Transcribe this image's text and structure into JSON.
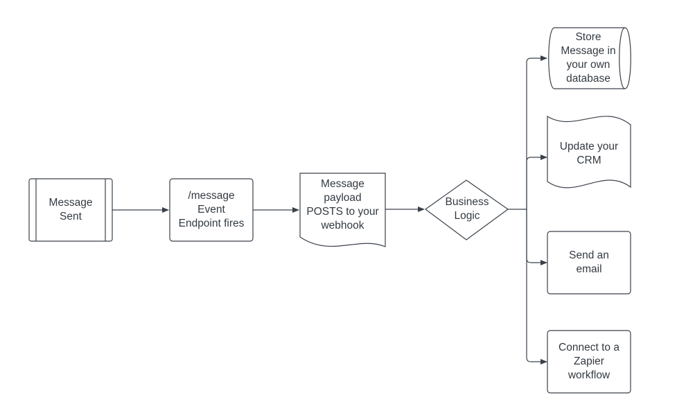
{
  "nodes": {
    "message_sent": "Message\nSent",
    "endpoint": "/message\nEvent\nEndpoint fires",
    "payload": "Message\npayload\nPOSTS to your\nwebhook",
    "business_logic": "Business\nLogic",
    "store_db": "Store\nMessage in\nyour own\ndatabase",
    "update_crm": "Update your\nCRM",
    "send_email": "Send an\nemail",
    "zapier": "Connect to a\nZapier\nworkflow"
  },
  "colors": {
    "stroke": "#3a414a",
    "text": "#333a42",
    "fill": "#ffffff"
  }
}
